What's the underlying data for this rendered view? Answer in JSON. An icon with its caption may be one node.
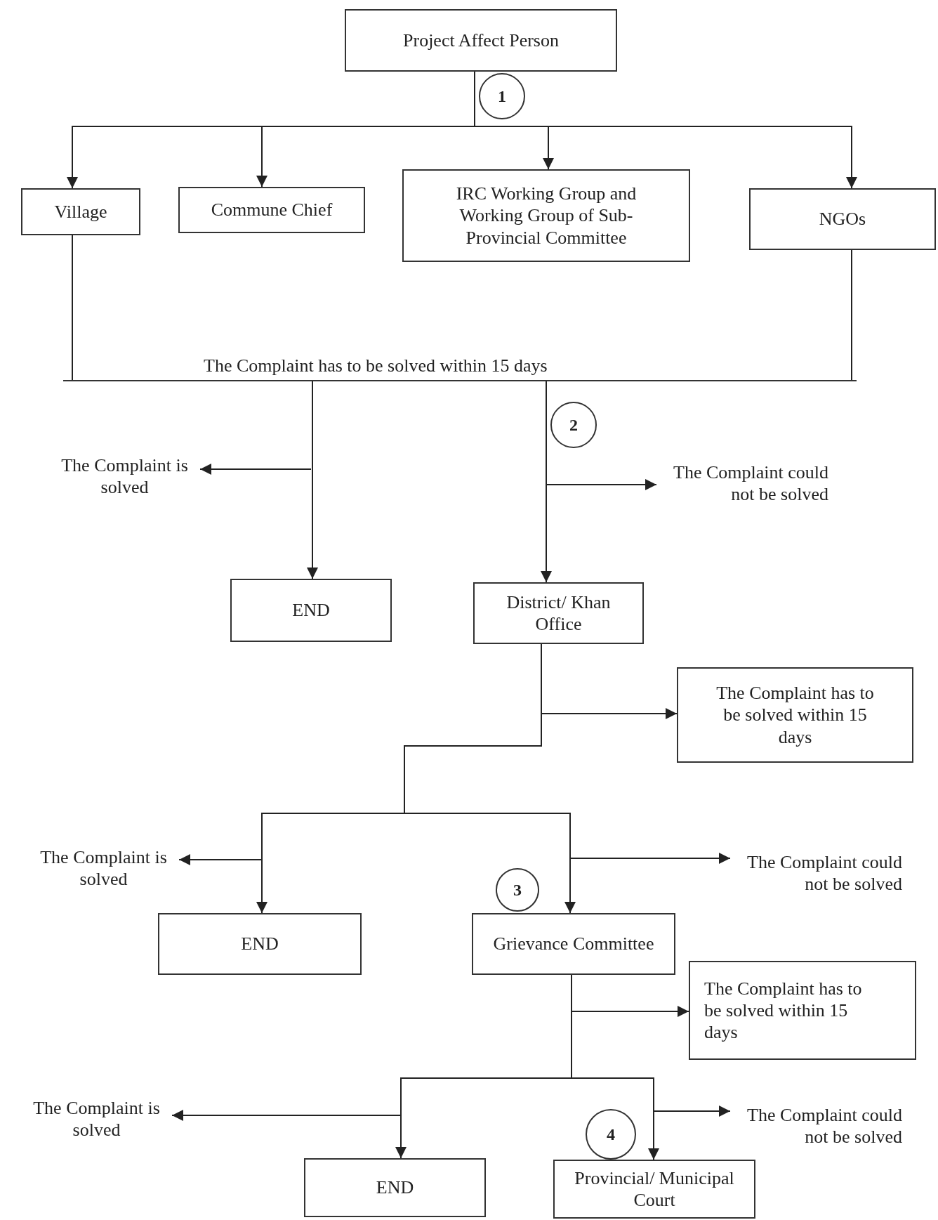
{
  "diagram": {
    "nodes": [
      {
        "text": [
          "Project Affect Person"
        ]
      },
      {
        "text": [
          "1"
        ]
      },
      {
        "text": [
          "Village"
        ]
      },
      {
        "text": [
          "Commune Chief"
        ]
      },
      {
        "text": [
          "IRC Working Group and Working Group of Sub-Provincial Committee"
        ]
      },
      {
        "text": [
          "NGOs"
        ]
      },
      {
        "text": [
          "The Complaint has to be solved within 15 days"
        ]
      },
      {
        "text": [
          "The Complaint is solved"
        ]
      },
      {
        "text": [
          "2"
        ]
      },
      {
        "text": [
          "The Complaint could not be solved"
        ]
      },
      {
        "text": [
          "END"
        ]
      },
      {
        "text": [
          "District/ Khan Office"
        ]
      },
      {
        "text": [
          "The Complaint has to be solved within 15 days"
        ]
      },
      {
        "text": [
          "The Complaint is solved"
        ]
      },
      {
        "text": [
          "The Complaint could not be solved"
        ]
      },
      {
        "text": [
          "3"
        ]
      },
      {
        "text": [
          "END"
        ]
      },
      {
        "text": [
          "Grievance Committee"
        ]
      },
      {
        "text": [
          "The Complaint has to be solved within 15 days"
        ]
      },
      {
        "text": [
          "The Complaint is solved"
        ]
      },
      {
        "text": [
          "The Complaint could not be solved"
        ]
      },
      {
        "text": [
          "4"
        ]
      },
      {
        "text": [
          "END"
        ]
      },
      {
        "text": [
          "Provincial/ Municipal Court"
        ]
      }
    ],
    "edges": [
      {
        "from": 0,
        "to": 2,
        "arrow": "to"
      },
      {
        "from": 0,
        "to": 3,
        "arrow": "to"
      },
      {
        "from": 0,
        "to": 4,
        "arrow": "to"
      },
      {
        "from": 0,
        "to": 5,
        "arrow": "to"
      },
      {
        "from": 2,
        "to": 6,
        "arrow": "none"
      },
      {
        "from": 5,
        "to": 6,
        "arrow": "none"
      },
      {
        "from": 6,
        "to": 10,
        "arrow": "to"
      },
      {
        "from": 6,
        "to": 11,
        "arrow": "to"
      },
      {
        "from": null,
        "to": 7,
        "arrow": "to"
      },
      {
        "from": null,
        "to": 9,
        "arrow": "to"
      },
      {
        "from": 11,
        "to": 12,
        "arrow": "to"
      },
      {
        "from": 11,
        "to": 16,
        "arrow": "to"
      },
      {
        "from": 11,
        "to": 17,
        "arrow": "to"
      },
      {
        "from": null,
        "to": 13,
        "arrow": "to"
      },
      {
        "from": null,
        "to": 14,
        "arrow": "to"
      },
      {
        "from": 17,
        "to": 18,
        "arrow": "to"
      },
      {
        "from": 17,
        "to": 22,
        "arrow": "to"
      },
      {
        "from": 17,
        "to": 23,
        "arrow": "to"
      },
      {
        "from": null,
        "to": 19,
        "arrow": "to"
      },
      {
        "from": null,
        "to": 20,
        "arrow": "to"
      }
    ]
  }
}
